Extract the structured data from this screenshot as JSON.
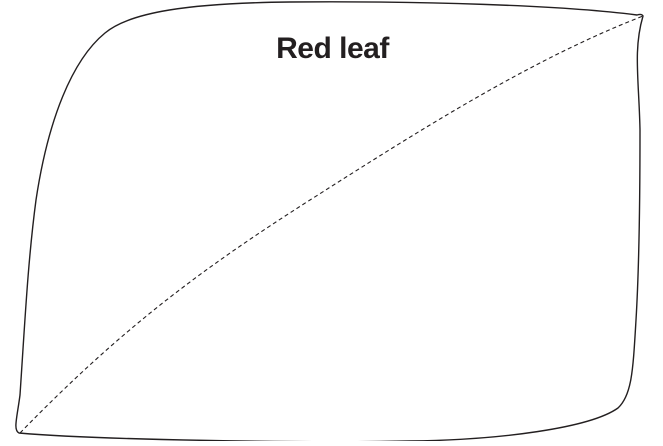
{
  "diagram": {
    "title": "Red leaf",
    "colors": {
      "stroke": "#231f20",
      "background": "#ffffff"
    },
    "elements": {
      "outline": "leaf-outline",
      "midrib": "dashed-diagonal-midrib"
    }
  }
}
